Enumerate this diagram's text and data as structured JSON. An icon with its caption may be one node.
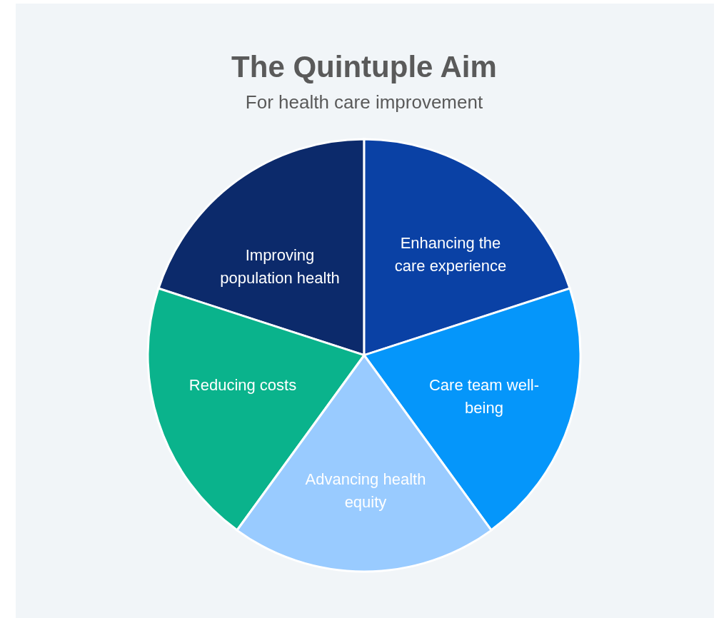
{
  "diagram": {
    "title": "The Quintuple Aim",
    "nodes": [
      {
        "text": [
          "Improving population health"
        ]
      },
      {
        "text": [
          "Enhancing the care experience"
        ]
      },
      {
        "text": [
          "Reducing costs"
        ]
      },
      {
        "text": [
          "Care team well-being"
        ]
      },
      {
        "text": [
          "Advancing health equity"
        ]
      }
    ],
    "labels": [
      "For health care improvement"
    ]
  }
}
